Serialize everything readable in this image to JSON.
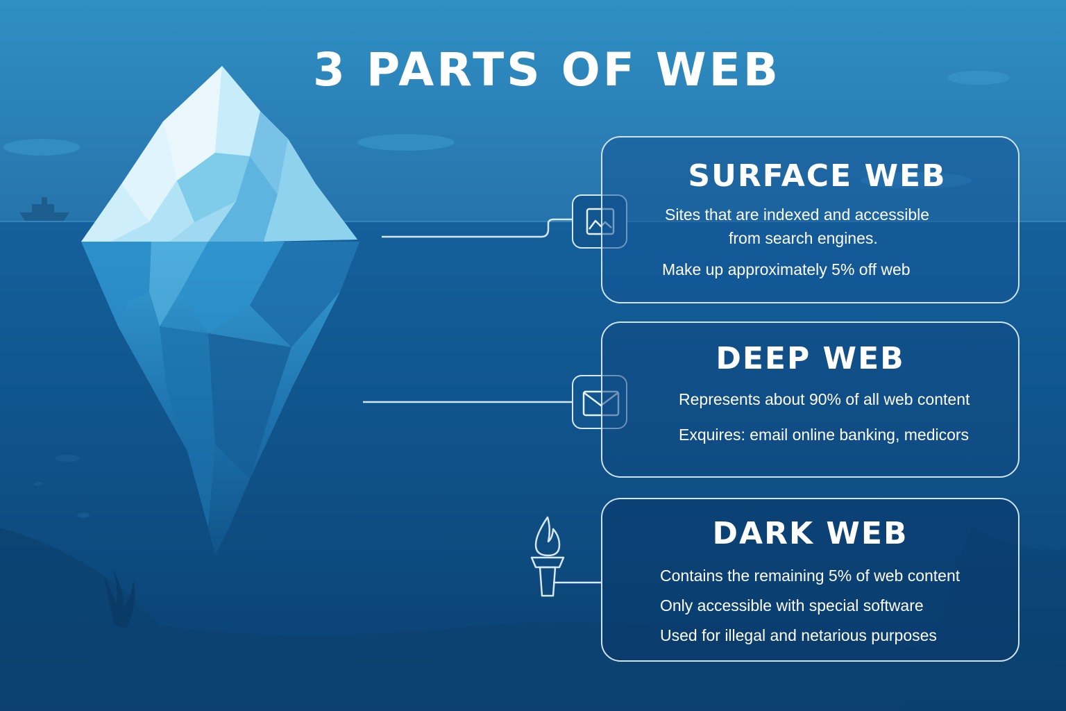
{
  "title": "3 PARTS OF WEB",
  "sections": [
    {
      "name": "SURFACE WEB",
      "icon": "image-chart-icon",
      "lines": [
        "Sites that are indexed and accessible",
        "from search engines.",
        "Make up approximately 5% off web"
      ]
    },
    {
      "name": "DEEP WEB",
      "icon": "envelope-icon",
      "lines": [
        "Represents about 90% of all web content",
        "Exquires: email online banking, medicors"
      ]
    },
    {
      "name": "DARK WEB",
      "icon": "torch-icon",
      "lines": [
        "Contains the remaining 5% of web content",
        "Only accessible with special software",
        "Used for illegal and netarious purposes"
      ]
    }
  ],
  "colors": {
    "sky": "#2f8fc4",
    "sea": "#0f5188",
    "iceberg": "#bfe6f7",
    "card_border": "#cfe3f2"
  }
}
